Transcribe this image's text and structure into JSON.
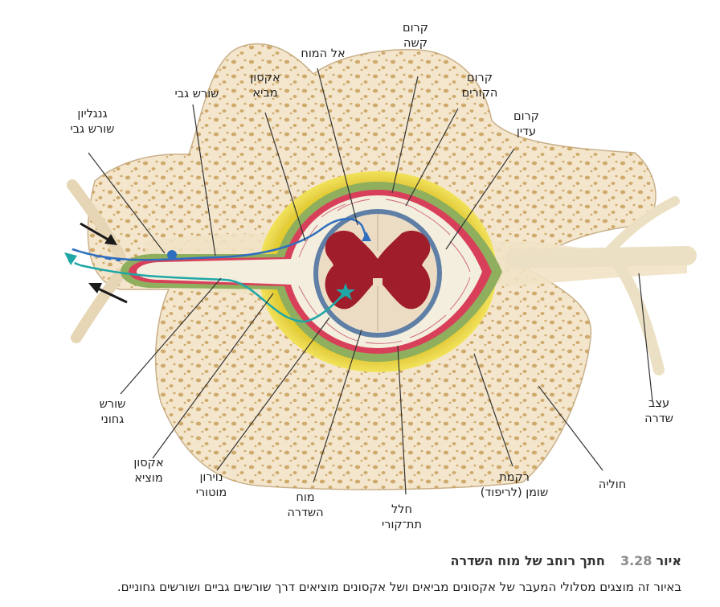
{
  "figure": {
    "number_prefix": "איור",
    "number": "3.28",
    "title": "חתך רוחב של מוח השדרה",
    "caption": "באיור זה מוצגים מסלולי המעבר של אקסונים מביאים ושל אקסונים מוציאים דרך שורשים גביים ושורשים גחוניים."
  },
  "labels": {
    "dura_mater": [
      "קרום",
      "קשה"
    ],
    "to_brain": [
      "אל המוח"
    ],
    "afferent_axon": [
      "אקסון",
      "מביא"
    ],
    "arachnoid": [
      "קרום",
      "הקורים"
    ],
    "dorsal_root": [
      "שורש גבי"
    ],
    "dorsal_root_ganglion": [
      "גנגליון",
      "שורש גבי"
    ],
    "pia_mater": [
      "קרום",
      "עדין"
    ],
    "spinal_nerve": [
      "עצב",
      "שדרה"
    ],
    "ventral_root": [
      "שורש",
      "גחוני"
    ],
    "efferent_axon": [
      "אקסון",
      "מוציא"
    ],
    "motor_neuron": [
      "נוירון",
      "מוטורי"
    ],
    "spinal_cord": [
      "מוח",
      "השדרה"
    ],
    "subarachnoid_space": [
      "חלל",
      "תת־קורי"
    ],
    "fat_tissue": [
      "רקמת",
      "שומן (לריפוד)"
    ],
    "vertebra": [
      "חוליה"
    ]
  },
  "colors": {
    "bone": "#f4e6cc",
    "bone_pores": "#c9a05c",
    "fat": "#e5cf2a",
    "dura": "#8fae5e",
    "arachnoid": "#d8405a",
    "subarachnoid": "#f3eede",
    "pia_outer": "#5f7fa6",
    "white_matter": "#ecdcc4",
    "gray_matter": "#a01e2c",
    "afferent_axon": "#2f6fbf",
    "efferent_axon": "#1fa7a7",
    "arrows": "#1a1a1a"
  }
}
